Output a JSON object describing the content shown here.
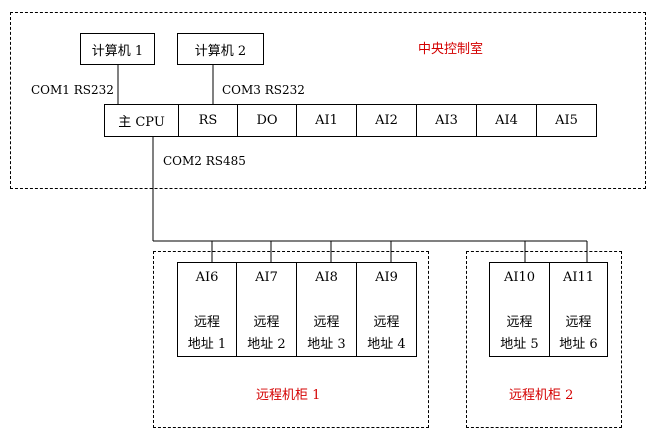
{
  "control_room": {
    "title": "中央控制室"
  },
  "computers": [
    {
      "label": "计算机 1"
    },
    {
      "label": "计算机 2"
    }
  ],
  "ports": {
    "com1": "COM1 RS232",
    "com3": "COM3 RS232",
    "com2": "COM2 RS485"
  },
  "modules": [
    {
      "label": "主 CPU"
    },
    {
      "label": "RS"
    },
    {
      "label": "DO"
    },
    {
      "label": "AI1"
    },
    {
      "label": "AI2"
    },
    {
      "label": "AI3"
    },
    {
      "label": "AI4"
    },
    {
      "label": "AI5"
    }
  ],
  "cabinets": [
    {
      "title": "远程机柜 1",
      "units": [
        {
          "name": "AI6",
          "line1": "远程",
          "line2": "地址 1"
        },
        {
          "name": "AI7",
          "line1": "远程",
          "line2": "地址 2"
        },
        {
          "name": "AI8",
          "line1": "远程",
          "line2": "地址 3"
        },
        {
          "name": "AI9",
          "line1": "远程",
          "line2": "地址 4"
        }
      ]
    },
    {
      "title": "远程机柜 2",
      "units": [
        {
          "name": "AI10",
          "line1": "远程",
          "line2": "地址 5"
        },
        {
          "name": "AI11",
          "line1": "远程",
          "line2": "地址 6"
        }
      ]
    }
  ]
}
